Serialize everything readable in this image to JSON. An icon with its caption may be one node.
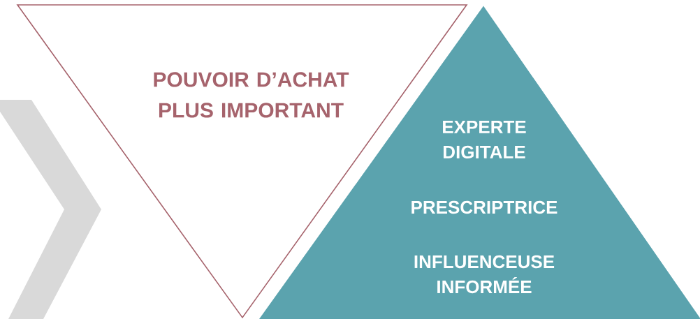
{
  "diagram": {
    "nodes": [
      {
        "text": [],
        "shape": "chevron"
      },
      {
        "text": [
          "POUVOIR D’ACHAT PLUS IMPORTANT"
        ]
      },
      {
        "text": [
          "EXPERTE DIGITALE",
          "PRESCRIPTRICE",
          "INFLUENCEUSE INFORMÉE"
        ]
      }
    ]
  }
}
